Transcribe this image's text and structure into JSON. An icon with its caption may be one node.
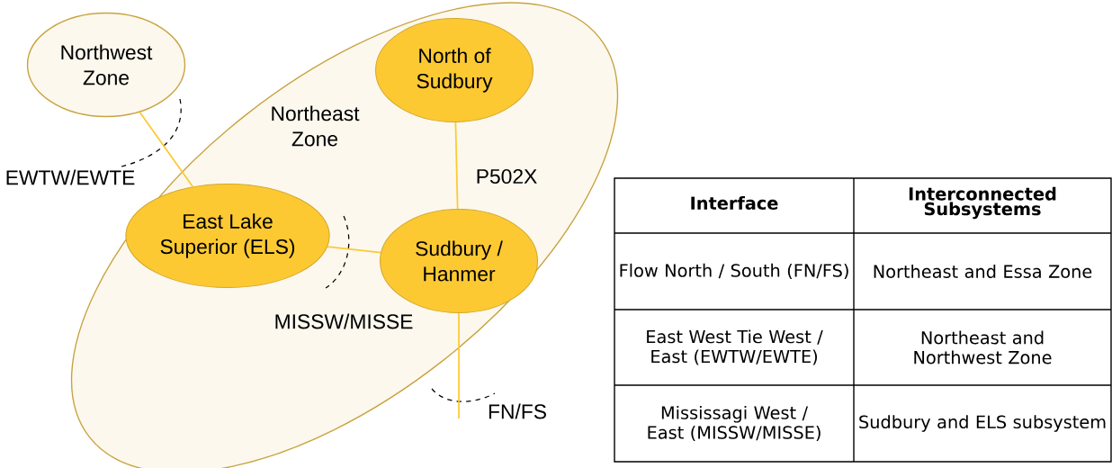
{
  "diagram": {
    "nodes": [
      {
        "text": [
          "Northeast Zone"
        ]
      },
      {
        "text": [
          "Northwest Zone"
        ]
      },
      {
        "text": [
          "North of Sudbury"
        ],
        "in": 0
      },
      {
        "text": [
          "East Lake Superior (ELS)"
        ],
        "in": 0
      },
      {
        "text": [
          "Sudbury / Hanmer"
        ],
        "in": 0
      }
    ],
    "edges": [
      {
        "from": 1,
        "to": 3,
        "arrow": "none"
      },
      {
        "from": 2,
        "to": 4,
        "arrow": "none",
        "label": "P502X"
      },
      {
        "from": 3,
        "to": 4,
        "arrow": "none"
      },
      {
        "from": 4,
        "to": null,
        "arrow": "none"
      }
    ],
    "labels": [
      "EWTW/EWTE",
      "MISSW/MISSE",
      "FN/FS",
      "Interface",
      "Interconnected Subsystems",
      "Flow North / South (FN/FS)",
      "Northeast and Essa Zone",
      "East West Tie West / East (EWTW/EWTE)",
      "Northeast and Northwest Zone",
      "Mississagi West / East (MISSW/MISSE)",
      "Sudbury and ELS subsystem"
    ]
  }
}
